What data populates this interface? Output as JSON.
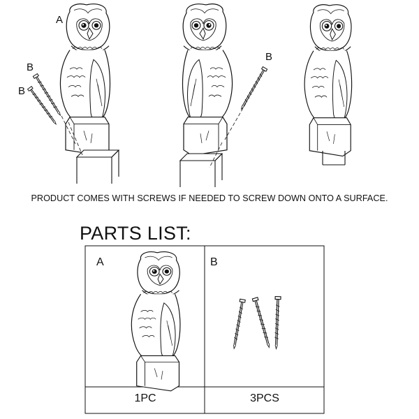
{
  "labels": {
    "part_a": "A",
    "part_b": "B"
  },
  "note": "PRODUCT COMES WITH SCREWS IF NEEDED TO SCREW DOWN ONTO A SURFACE.",
  "parts_list": {
    "title": "PARTS LIST:",
    "items": [
      {
        "letter": "A",
        "quantity": "1PC",
        "picture": "owl-figure"
      },
      {
        "letter": "B",
        "quantity": "3PCS",
        "picture": "screws"
      }
    ]
  }
}
